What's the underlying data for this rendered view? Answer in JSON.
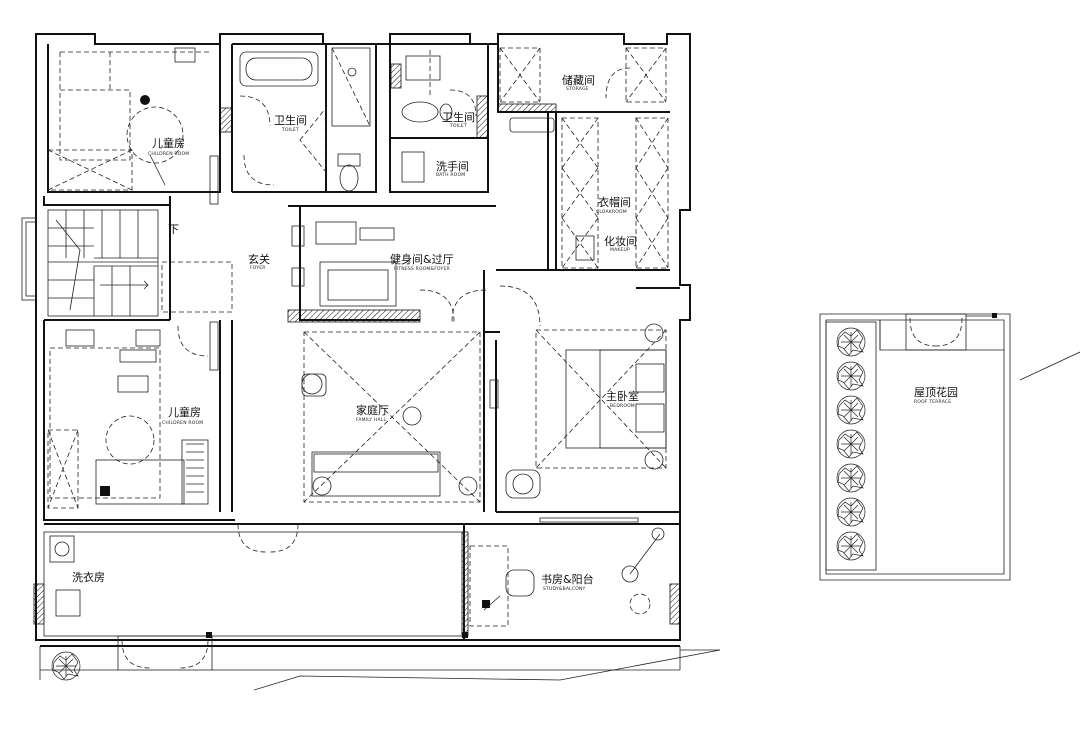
{
  "rooms": {
    "children_room_top": {
      "cn": "儿童房",
      "en": "CHILDREN ROOM"
    },
    "toilet_1": {
      "cn": "卫生间",
      "en": "TOILET"
    },
    "toilet_2": {
      "cn": "卫生间",
      "en": "TOILET"
    },
    "bath_room": {
      "cn": "洗手间",
      "en": "BATH ROOM"
    },
    "storage": {
      "cn": "储藏间",
      "en": "STORAGE"
    },
    "cloakroom": {
      "cn": "衣帽间",
      "en": "CLOAKROOM"
    },
    "makeup": {
      "cn": "化妆间",
      "en": "MAKEUP"
    },
    "stair_down": {
      "cn": "下"
    },
    "foyer": {
      "cn": "玄关",
      "en": "FOYER"
    },
    "fitness": {
      "cn": "健身间&过厅",
      "en": "FITNESS ROOM&FOYER"
    },
    "family_hall": {
      "cn": "家庭厅",
      "en": "FAMILY HALL"
    },
    "bedroom": {
      "cn": "主卧室",
      "en": "BEDROOM"
    },
    "children_room_bottom": {
      "cn": "儿童房",
      "en": "CHILDREN ROOM"
    },
    "laundry": {
      "cn": "洗衣房"
    },
    "study": {
      "cn": "书房&阳台",
      "en": "STUDY&BALCONY"
    },
    "roof_terrace": {
      "cn": "屋顶花园",
      "en": "ROOF TERRACE"
    }
  }
}
